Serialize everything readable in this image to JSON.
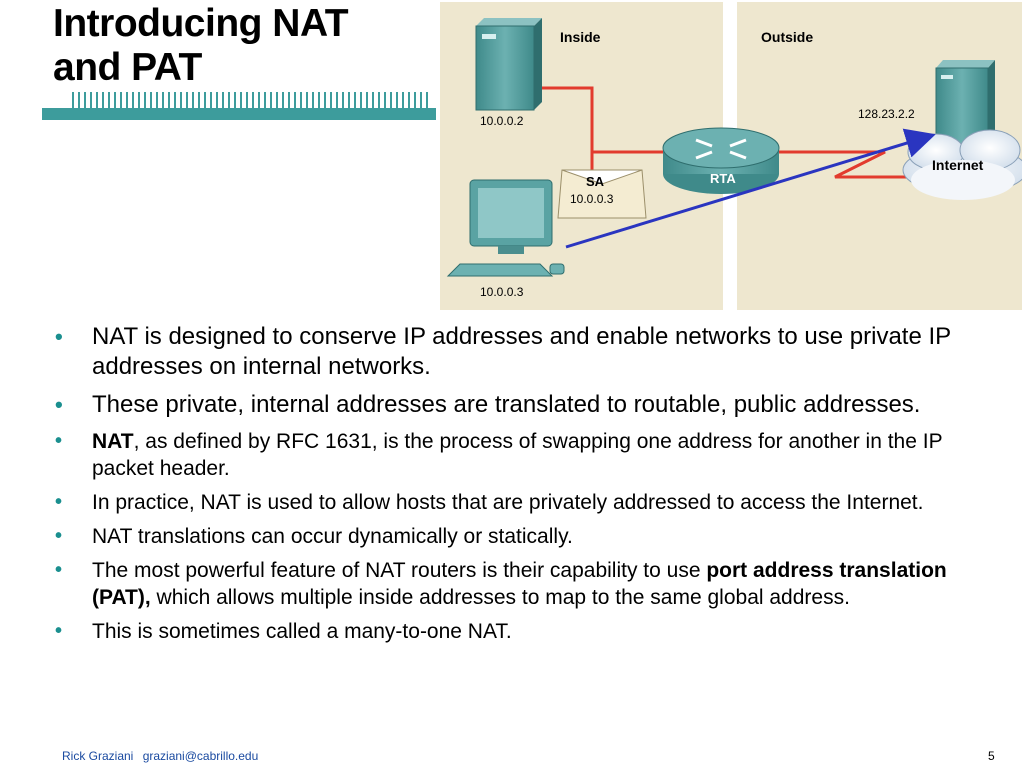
{
  "title": {
    "line1": "Introducing NAT",
    "line2": "and PAT"
  },
  "diagram": {
    "zone_inside": "Inside",
    "zone_outside": "Outside",
    "server_inside_ip": "10.0.0.2",
    "pc_ip": "10.0.0.3",
    "router_label": "RTA",
    "packet_label": "SA",
    "packet_address": "10.0.0.3",
    "external_server_ip": "128.23.2.2",
    "cloud_label": "Internet",
    "colors": {
      "zone_bg": "#eee7cf",
      "link_red": "#e23b2e",
      "path_blue": "#2a35c0",
      "device_teal": "#4f9a9a"
    }
  },
  "bullets": [
    {
      "text": "NAT is designed to conserve IP addresses and enable networks to use private IP addresses on internal networks."
    },
    {
      "text": "These private, internal addresses are translated to routable, public addresses."
    },
    {
      "bold1": "NAT",
      "rest": ", as defined by RFC 1631, is the process of swapping one address for another in the IP packet header."
    },
    {
      "text": "In practice, NAT is used to allow hosts that are privately addressed to access the Internet."
    },
    {
      "text": "NAT translations can occur dynamically or statically."
    },
    {
      "pre": "The most powerful feature of NAT routers is their capability to use ",
      "bold": "port address translation (PAT),",
      "post": " which allows multiple inside addresses to map to the same global address."
    },
    {
      "text": "This is sometimes called a many-to-one NAT."
    }
  ],
  "bullet_symbol": "•",
  "footer": {
    "author": "Rick Graziani",
    "email": "graziani@cabrillo.edu"
  },
  "page_number": "5"
}
